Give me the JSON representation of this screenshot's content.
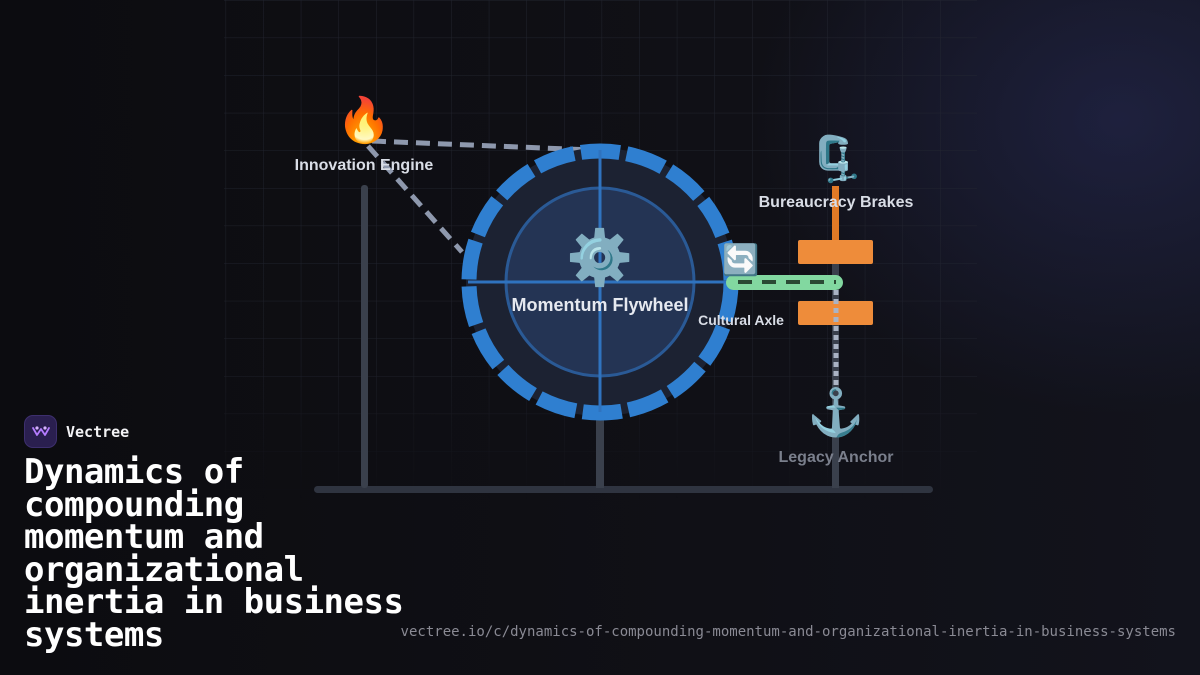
{
  "brand": {
    "name": "Vectree",
    "logo_icon": "vectree-logo-icon",
    "logo_color": "#b57cff"
  },
  "title": "Dynamics of compounding momentum and organizational inertia in business systems",
  "url": "vectree.io/c/dynamics-of-compounding-momentum-and-organizational-inertia-in-business-systems",
  "diagram": {
    "nodes": {
      "innovation_engine": {
        "label": "Innovation Engine",
        "icon": "fire-icon",
        "glyph": "🔥"
      },
      "momentum_flywheel": {
        "label": "Momentum Flywheel",
        "icon": "gear-icon",
        "glyph": "⚙️"
      },
      "bureaucracy_brakes": {
        "label": "Bureaucracy Brakes",
        "icon": "clamp-icon",
        "glyph": "🗜️"
      },
      "cultural_axle": {
        "label": "Cultural Axle",
        "icon": "cycle-arrows-icon",
        "glyph": "🔄"
      },
      "legacy_anchor": {
        "label": "Legacy Anchor",
        "icon": "anchor-icon",
        "glyph": "⚓"
      }
    },
    "colors": {
      "wheel_ring": "#2f7fd0",
      "wheel_fill": "#1d2433",
      "brake_pads": "#ee8c3a",
      "axle": "#7fd49a",
      "posts": "#3d4350",
      "link": "#8a96ad"
    }
  }
}
